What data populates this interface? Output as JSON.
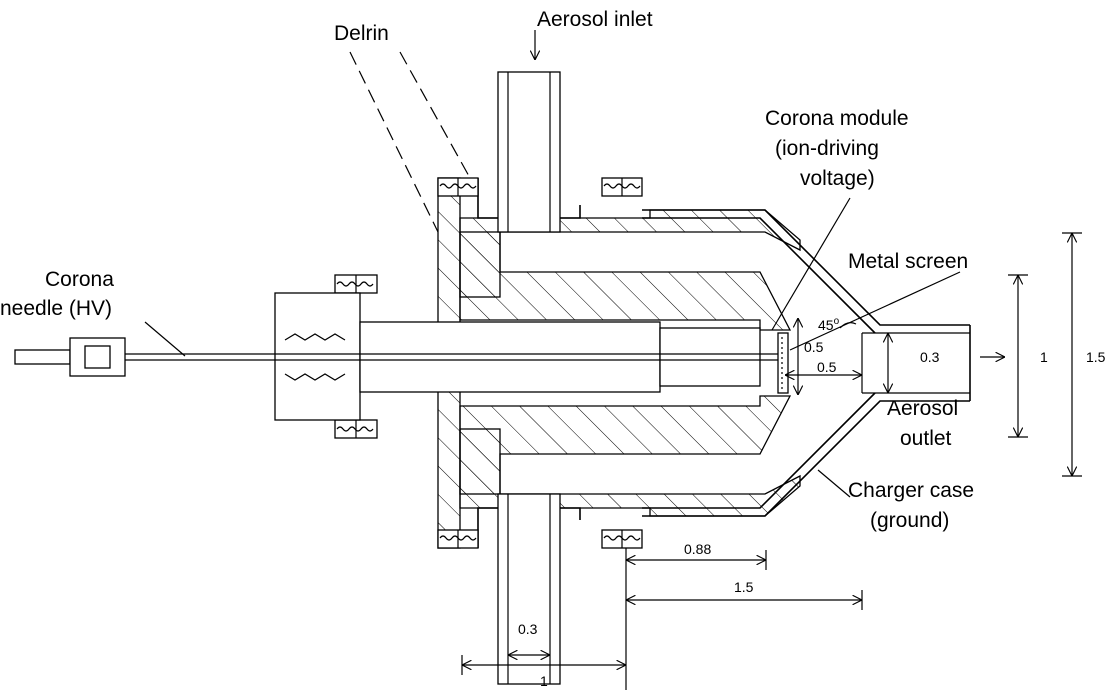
{
  "labels": {
    "aerosol_inlet": "Aerosol inlet",
    "delrin": "Delrin",
    "corona_module_1": "Corona module",
    "corona_module_2": "(ion-driving",
    "corona_module_3": "voltage)",
    "metal_screen": "Metal screen",
    "corona_needle_1": "Corona",
    "corona_needle_2": "needle  (HV)",
    "aerosol_outlet_1": "Aerosol",
    "aerosol_outlet_2": "outlet",
    "charger_case_1": "Charger case",
    "charger_case_2": "(ground)"
  },
  "dimensions": {
    "angle": "45",
    "angle_unit": "o",
    "gap_vertical": "0.5",
    "gap_horizontal": "0.5",
    "outlet_diameter": "0.3",
    "outlet_1": "1",
    "outlet_15": "1.5",
    "len_088": "0.88",
    "len_15": "1.5",
    "inlet_diameter": "0.3",
    "bottom_1": "1"
  }
}
